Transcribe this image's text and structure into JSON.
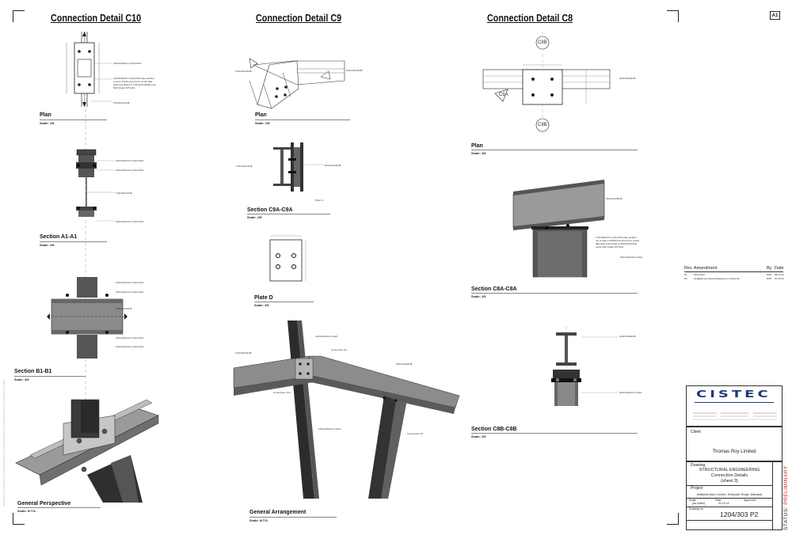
{
  "sheet_size": "A1",
  "details": {
    "c10": {
      "title": "Connection Detail C10",
      "views": [
        {
          "label": "Plan",
          "scale": "Scale: 1/5"
        },
        {
          "label": "Section A1-A1",
          "scale": "Scale: 1/5"
        },
        {
          "label": "Section B1-B1",
          "scale": "Scale: 1/5"
        },
        {
          "label": "General Perspective",
          "scale": "Scale: N.T.S."
        }
      ]
    },
    "c9": {
      "title": "Connection Detail C9",
      "views": [
        {
          "label": "Plan",
          "scale": "Scale: 1/5"
        },
        {
          "label": "Section C9A-C9A",
          "scale": "Scale: 1/5"
        },
        {
          "label": "Plate D",
          "scale": "Scale: 1/5"
        },
        {
          "label": "General Arrangement",
          "scale": "Scale: N.T.S."
        }
      ],
      "annotations": [
        "Connection C9",
        "Connection C10",
        "Connection C8",
        "Plate D"
      ]
    },
    "c8": {
      "title": "Connection Detail C8",
      "views": [
        {
          "label": "Plan",
          "scale": "Scale: 1/5"
        },
        {
          "label": "Section C8A-C8A",
          "scale": "Scale: 1/5"
        },
        {
          "label": "Section C8B-C8B",
          "scale": "Scale: 1/5"
        }
      ],
      "markers": [
        "C8B",
        "C8A"
      ]
    }
  },
  "revisions": {
    "headers": {
      "rev": "Rev",
      "amendment": "Amendment",
      "by": "By",
      "date": "Date"
    },
    "rows": [
      {
        "rev": "P1",
        "amendment": "First Issue.",
        "by": "DWT",
        "date": "08.10.12"
      },
      {
        "rev": "P2",
        "amendment": "Updated and issued following cc comments.",
        "by": "DWT",
        "date": "10.10.12"
      }
    ]
  },
  "title_block": {
    "logo": "CISTEC",
    "client_label": "Client",
    "client": "Thomas Roy Limited",
    "drawing_label": "Drawing",
    "drawing_lines": [
      "STRUCTURAL ENGINEERING",
      "Connection Details",
      "(sheet 3)"
    ],
    "project_label": "Project",
    "project": "Halfords Auto Centre, Emscote Road, Warwick",
    "scale_label": "Scale",
    "scale_value": "(as noted)",
    "date_label": "Date",
    "date_value": "02.10.12",
    "approved_label": "Approved",
    "drawing_no_label": "Drawing no.",
    "drawing_no": "1204/303 P2",
    "status_label": "STATUS:",
    "status_value": "PRELIMINARY",
    "colors": {
      "logo": "#1e3a78",
      "status": "#d42020"
    }
  }
}
